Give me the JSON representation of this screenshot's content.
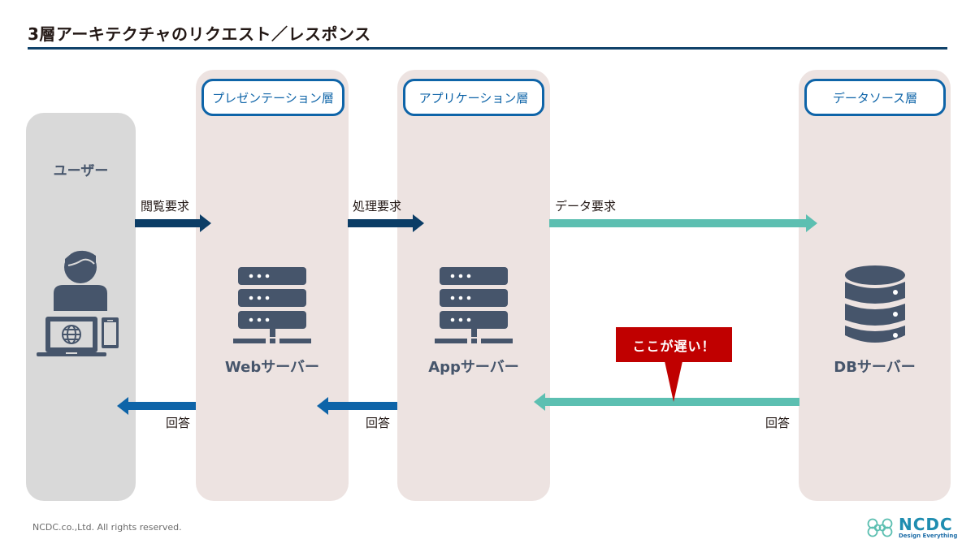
{
  "title": "3層アーキテクチャのリクエスト／レスポンス",
  "columns": {
    "user": {
      "label": "ユーザー"
    },
    "presentation": {
      "badge": "プレゼンテーション層",
      "node": "Webサーバー"
    },
    "application": {
      "badge": "アプリケーション層",
      "node": "Appサーバー"
    },
    "datasource": {
      "badge": "データソース層",
      "node": "DBサーバー"
    }
  },
  "requests": [
    {
      "label": "閲覧要求"
    },
    {
      "label": "処理要求"
    },
    {
      "label": "データ要求"
    }
  ],
  "responses": [
    {
      "label": "回答"
    },
    {
      "label": "回答"
    },
    {
      "label": "回答"
    }
  ],
  "callout": "ここが遅い！",
  "footer": {
    "copyright": "NCDC.co.,Ltd. All rights reserved.",
    "logo_name": "NCDC",
    "logo_tagline": "Design Everything"
  },
  "colors": {
    "title_rule": "#10426a",
    "request_dark": "#0b3d66",
    "response_blue": "#0e64a8",
    "data_teal": "#5cbfb1",
    "callout_red": "#c00000",
    "icon_slate": "#46556b"
  }
}
